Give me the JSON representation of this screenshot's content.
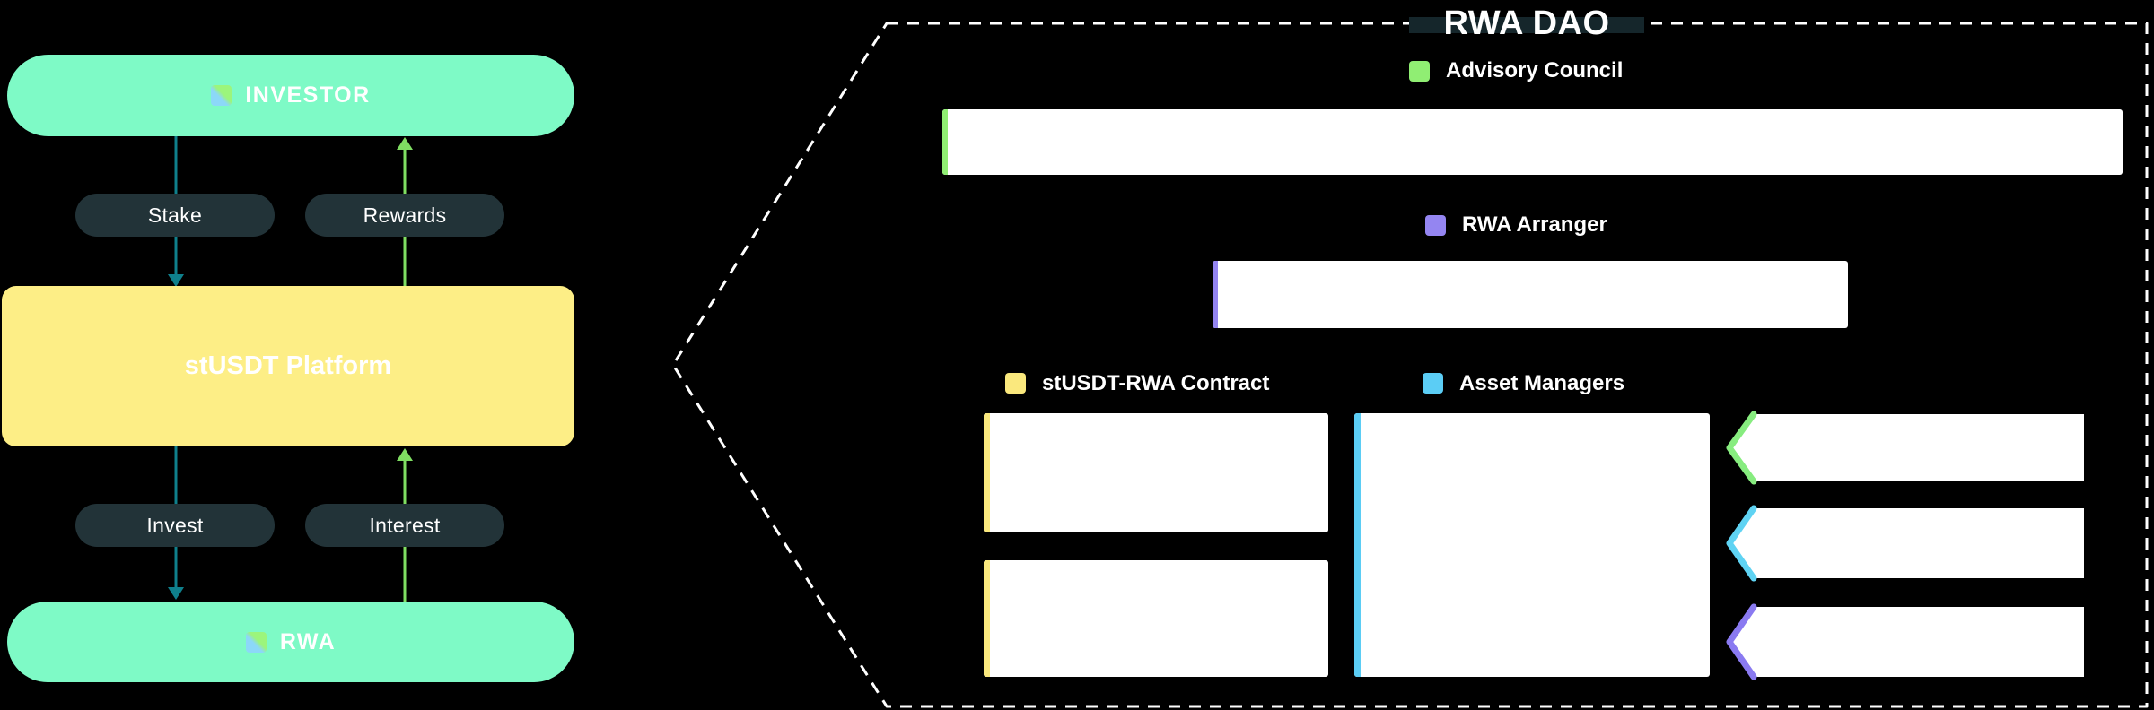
{
  "left_flow": {
    "investor": {
      "label": "INVESTOR",
      "icon": "stusdt-logo"
    },
    "stake_label": "Stake",
    "rewards_label": "Rewards",
    "platform": {
      "label": "stUSDT Platform"
    },
    "invest_label": "Invest",
    "interest_label": "Interest",
    "rwa": {
      "label": "RWA",
      "icon": "stusdt-logo"
    }
  },
  "dao": {
    "title": "RWA DAO",
    "advisory": {
      "label": "Advisory Council",
      "accent": "#90EE73"
    },
    "arranger": {
      "label": "RWA Arranger",
      "accent": "#9485F1"
    },
    "contract": {
      "label": "stUSDT-RWA Contract",
      "accent": "#FAE87D"
    },
    "managers": {
      "label": "Asset Managers",
      "accent": "#5BCDF5"
    },
    "banners": [
      {
        "accent": "#87EC7F"
      },
      {
        "accent": "#5FD3F3"
      },
      {
        "accent": "#8A7AF1"
      }
    ]
  },
  "colors": {
    "background": "#000000",
    "mint": "#7EFAC6",
    "platform_yellow": "#FDEE86",
    "pill_dark": "#223338",
    "arrow_teal": "#0F808C",
    "arrow_green": "#7FDE62",
    "title_band": "#15262B",
    "dashed_border": "#FFFFFF"
  }
}
